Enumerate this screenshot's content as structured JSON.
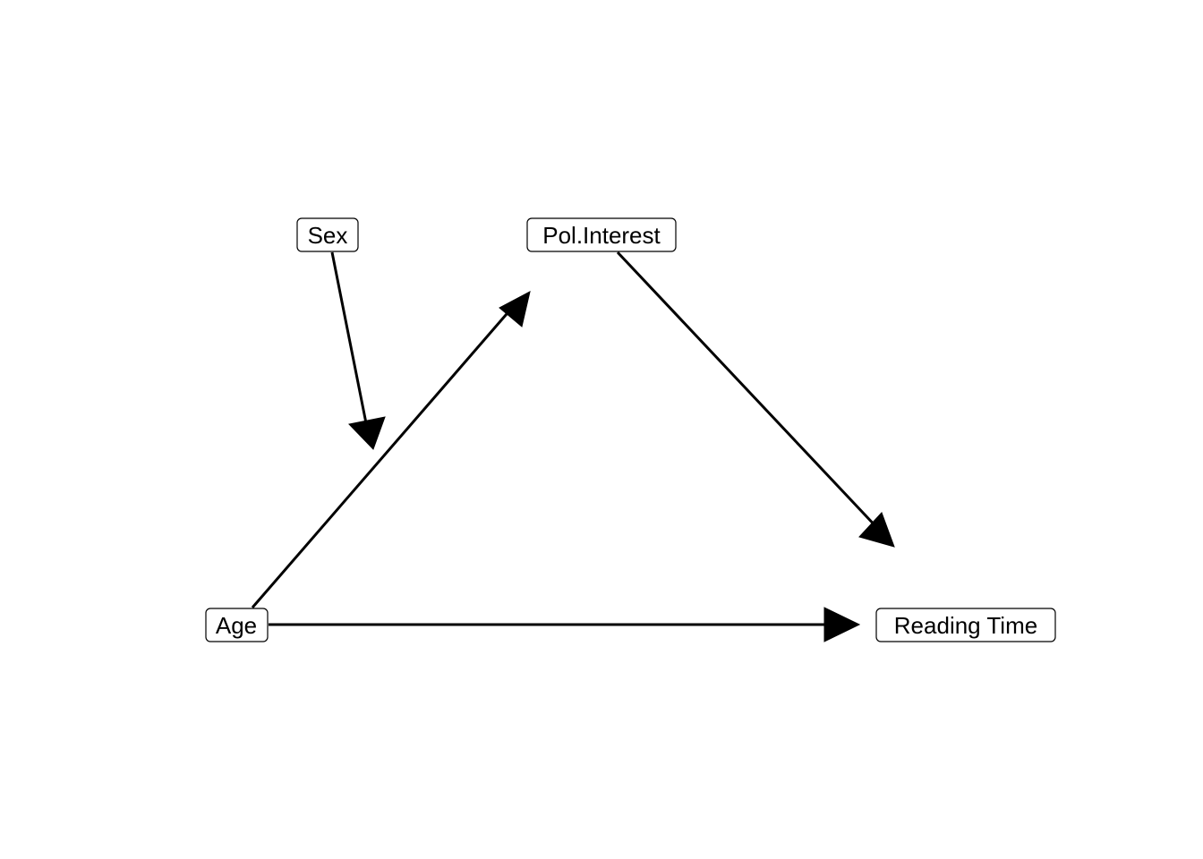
{
  "nodes": [
    {
      "id": "sex",
      "label": "Sex"
    },
    {
      "id": "pol_interest",
      "label": "Pol.Interest"
    },
    {
      "id": "age",
      "label": "Age"
    },
    {
      "id": "reading_time",
      "label": "Reading Time"
    }
  ],
  "edges": [
    {
      "from": "sex",
      "to": "age_pol_edge"
    },
    {
      "from": "age",
      "to": "pol_interest"
    },
    {
      "from": "pol_interest",
      "to": "reading_time"
    },
    {
      "from": "age",
      "to": "reading_time"
    }
  ],
  "colors": {
    "stroke": "#000000",
    "background": "#ffffff"
  }
}
